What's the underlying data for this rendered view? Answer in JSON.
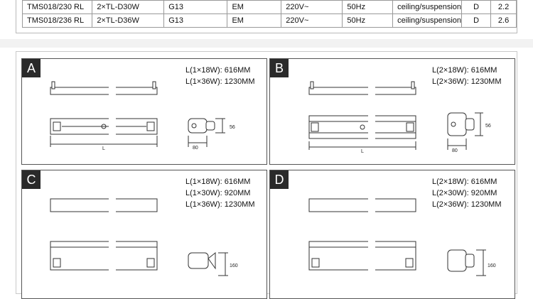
{
  "spec_rows": [
    [
      "TMS018/230 RL",
      "2×TL-D30W",
      "G13",
      "EM",
      "220V~",
      "50Hz",
      "ceiling/suspension",
      "D",
      "2.2"
    ],
    [
      "TMS018/236 RL",
      "2×TL-D36W",
      "G13",
      "EM",
      "220V~",
      "50Hz",
      "ceiling/suspension",
      "D",
      "2.6"
    ]
  ],
  "panels": [
    {
      "letter": "A",
      "dims": [
        "L(1×18W): 616MM",
        "L(1×36W): 1230MM"
      ],
      "dim_length": "L",
      "dim_width": "80",
      "dim_height": "56"
    },
    {
      "letter": "B",
      "dims": [
        "L(2×18W): 616MM",
        "L(2×36W): 1230MM"
      ],
      "dim_length": "L",
      "dim_width": "80",
      "dim_height": "56"
    },
    {
      "letter": "C",
      "dims": [
        "L(1×18W): 616MM",
        "L(1×30W): 920MM",
        "L(1×36W): 1230MM"
      ],
      "dim_height": "160"
    },
    {
      "letter": "D",
      "dims": [
        "L(2×18W): 616MM",
        "L(2×30W): 920MM",
        "L(2×36W): 1230MM"
      ],
      "dim_height": "160"
    }
  ]
}
